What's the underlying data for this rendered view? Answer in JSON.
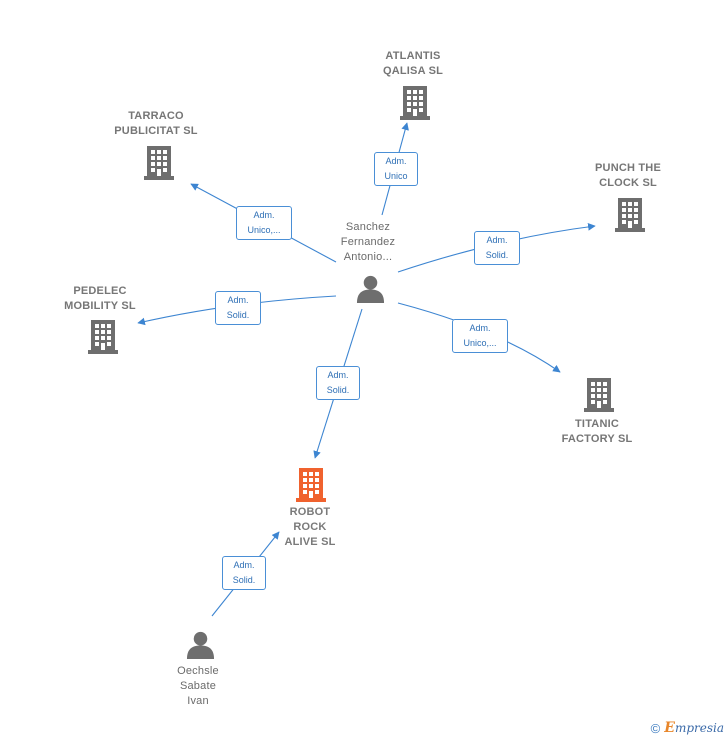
{
  "center_person": {
    "label": "Sanchez\nFernandez\nAntonio..."
  },
  "companies": [
    {
      "id": "atlantis",
      "label": "ATLANTIS\nQALISA  SL",
      "focus": false
    },
    {
      "id": "tarraco",
      "label": "TARRACO\nPUBLICITAT  SL",
      "focus": false
    },
    {
      "id": "punch",
      "label": "PUNCH THE\nCLOCK SL",
      "focus": false
    },
    {
      "id": "pedelec",
      "label": "PEDELEC\nMOBILITY  SL",
      "focus": false
    },
    {
      "id": "titanic",
      "label": "TITANIC\nFACTORY  SL",
      "focus": false
    },
    {
      "id": "robot",
      "label": "ROBOT\nROCK\nALIVE  SL",
      "focus": true
    }
  ],
  "other_person": {
    "label": "Oechsle\nSabate\nIvan"
  },
  "edges": [
    {
      "id": "e-atlantis",
      "label": "Adm.\nUnico"
    },
    {
      "id": "e-tarraco",
      "label": "Adm.\nUnico,..."
    },
    {
      "id": "e-punch",
      "label": "Adm.\nSolid."
    },
    {
      "id": "e-pedelec",
      "label": "Adm.\nSolid."
    },
    {
      "id": "e-titanic",
      "label": "Adm.\nUnico,..."
    },
    {
      "id": "e-robot",
      "label": "Adm.\nSolid."
    },
    {
      "id": "e-oechsle",
      "label": "Adm.\nSolid."
    }
  ],
  "colors": {
    "edge": "#3d85d1",
    "company_icon": "#6e6e6e",
    "focus_icon": "#f0622e",
    "person_icon": "#6e6e6e"
  },
  "footer": {
    "copyright": "©",
    "brand_initial": "E",
    "brand_rest": "mpresia"
  }
}
